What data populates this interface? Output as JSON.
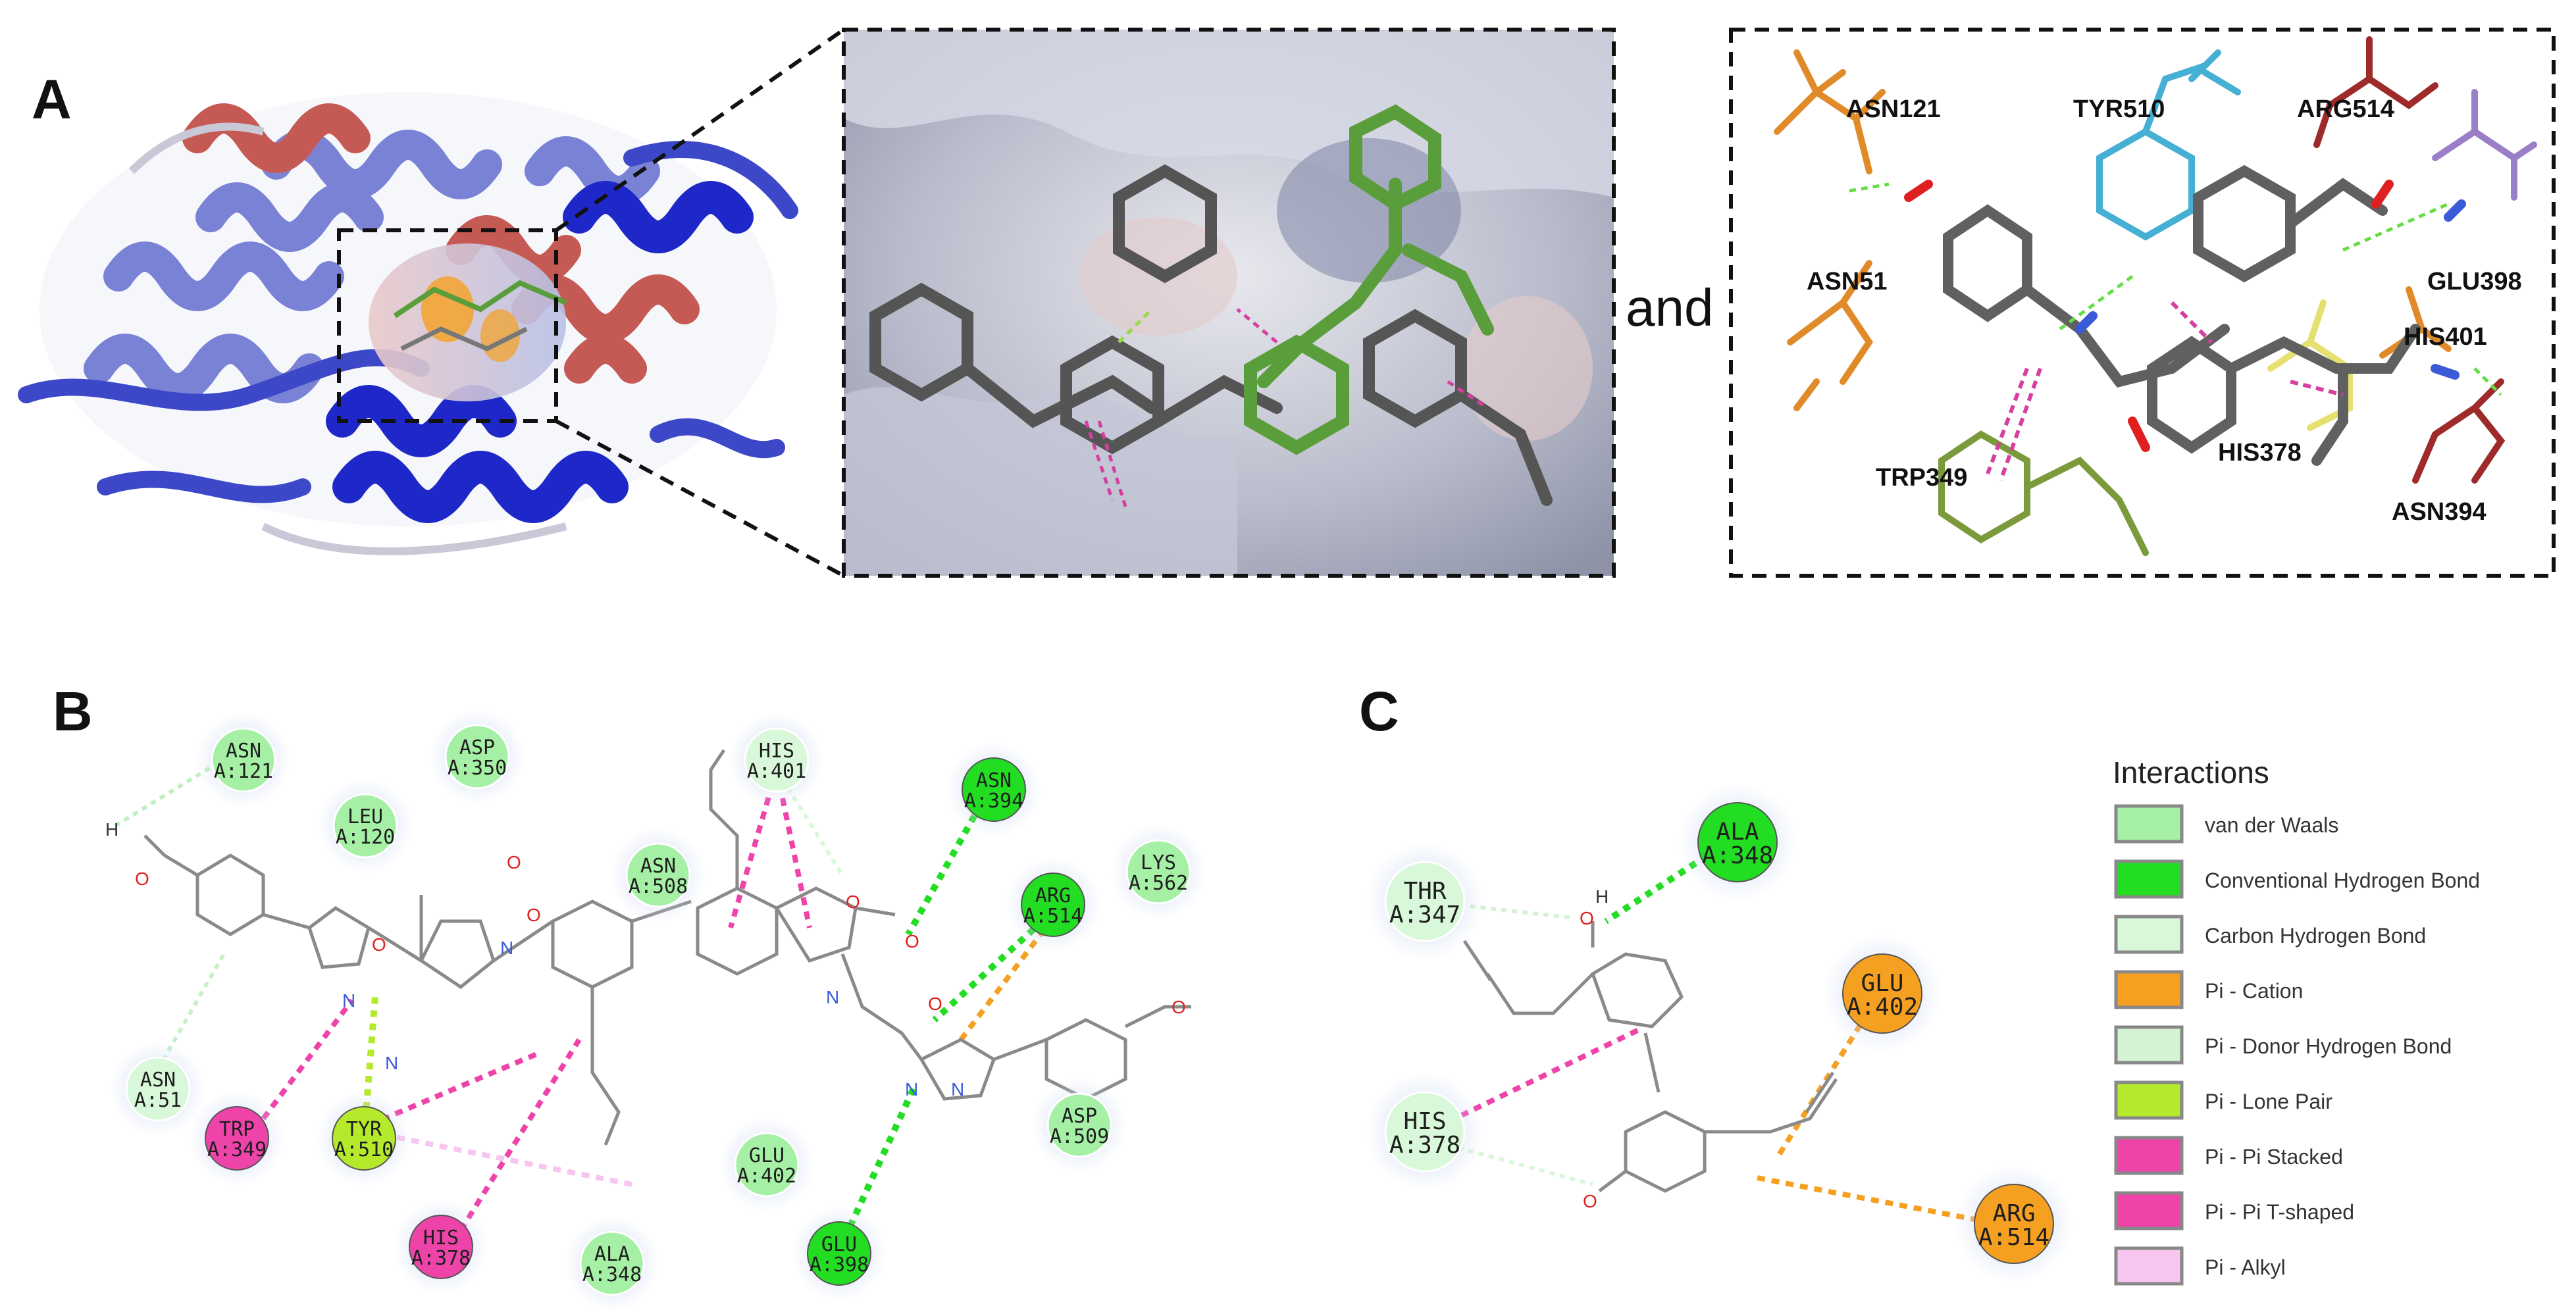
{
  "panels": {
    "a": "A",
    "b": "B",
    "c": "C"
  },
  "connector_text": "and",
  "panel_a_residues": [
    {
      "id": "asn121",
      "text": "ASN121"
    },
    {
      "id": "tyr510",
      "text": "TYR510"
    },
    {
      "id": "arg514",
      "text": "ARG514"
    },
    {
      "id": "glu398",
      "text": "GLU398"
    },
    {
      "id": "asn51",
      "text": "ASN51"
    },
    {
      "id": "his401",
      "text": "HIS401"
    },
    {
      "id": "trp349",
      "text": "TRP349"
    },
    {
      "id": "his378",
      "text": "HIS378"
    },
    {
      "id": "asn394",
      "text": "ASN394"
    }
  ],
  "panel_b_residues": [
    {
      "id": "asn121",
      "line1": "ASN",
      "line2": "A:121",
      "type": "van der Waals"
    },
    {
      "id": "asp350",
      "line1": "ASP",
      "line2": "A:350",
      "type": "van der Waals"
    },
    {
      "id": "his401",
      "line1": "HIS",
      "line2": "A:401",
      "type": "Carbon Hydrogen Bond"
    },
    {
      "id": "asn394",
      "line1": "ASN",
      "line2": "A:394",
      "type": "Conventional Hydrogen Bond"
    },
    {
      "id": "leu120",
      "line1": "LEU",
      "line2": "A:120",
      "type": "van der Waals"
    },
    {
      "id": "asn508",
      "line1": "ASN",
      "line2": "A:508",
      "type": "van der Waals"
    },
    {
      "id": "lys562",
      "line1": "LYS",
      "line2": "A:562",
      "type": "van der Waals"
    },
    {
      "id": "arg514",
      "line1": "ARG",
      "line2": "A:514",
      "type": "Conventional Hydrogen Bond"
    },
    {
      "id": "asn51",
      "line1": "ASN",
      "line2": "A:51",
      "type": "Carbon Hydrogen Bond"
    },
    {
      "id": "trp349",
      "line1": "TRP",
      "line2": "A:349",
      "type": "Pi - Pi Stacked"
    },
    {
      "id": "tyr510",
      "line1": "TYR",
      "line2": "A:510",
      "type": "Pi - Lone Pair"
    },
    {
      "id": "glu402",
      "line1": "GLU",
      "line2": "A:402",
      "type": "van der Waals"
    },
    {
      "id": "asp509",
      "line1": "ASP",
      "line2": "A:509",
      "type": "van der Waals"
    },
    {
      "id": "his378",
      "line1": "HIS",
      "line2": "A:378",
      "type": "Pi - Pi Stacked"
    },
    {
      "id": "ala348",
      "line1": "ALA",
      "line2": "A:348",
      "type": "van der Waals"
    },
    {
      "id": "glu398",
      "line1": "GLU",
      "line2": "A:398",
      "type": "Conventional Hydrogen Bond"
    }
  ],
  "panel_c_residues": [
    {
      "id": "ala348",
      "line1": "ALA",
      "line2": "A:348",
      "type": "Conventional Hydrogen Bond"
    },
    {
      "id": "thr347",
      "line1": "THR",
      "line2": "A:347",
      "type": "Carbon Hydrogen Bond"
    },
    {
      "id": "glu402",
      "line1": "GLU",
      "line2": "A:402",
      "type": "Pi - Cation"
    },
    {
      "id": "his378",
      "line1": "HIS",
      "line2": "A:378",
      "type": "Carbon Hydrogen Bond"
    },
    {
      "id": "arg514",
      "line1": "ARG",
      "line2": "A:514",
      "type": "Pi - Cation"
    }
  ],
  "atoms": {
    "oxygen": "O",
    "nitrogen": "N",
    "hydrogen": "H"
  },
  "legend": {
    "title": "Interactions",
    "items": [
      {
        "label": "van der Waals",
        "color": "#a6f0a6"
      },
      {
        "label": "Conventional Hydrogen Bond",
        "color": "#22dd22"
      },
      {
        "label": "Carbon Hydrogen Bond",
        "color": "#d9f7d9"
      },
      {
        "label": "Pi - Cation",
        "color": "#f5a020"
      },
      {
        "label": "Pi - Donor Hydrogen Bond",
        "color": "#d4f2d4"
      },
      {
        "label": "Pi - Lone Pair",
        "color": "#b5e92b"
      },
      {
        "label": "Pi - Pi Stacked",
        "color": "#ee44aa"
      },
      {
        "label": "Pi - Pi T-shaped",
        "color": "#ee44aa"
      },
      {
        "label": "Pi - Alkyl",
        "color": "#f7c6ee"
      }
    ]
  },
  "colors": {
    "van_der_waals": "#a6f0a6",
    "conventional_hbond": "#22dd22",
    "carbon_hbond": "#d9f7d9",
    "pi_cation": "#f5a020",
    "pi_lone_pair": "#b5e92b",
    "pi_pi": "#ee44aa",
    "pi_alkyl": "#f7c6ee",
    "helix_blue": "#6a73c9",
    "helix_red": "#c0504d",
    "ligand_green": "#5a9e3c",
    "stick_gray": "#666666"
  }
}
